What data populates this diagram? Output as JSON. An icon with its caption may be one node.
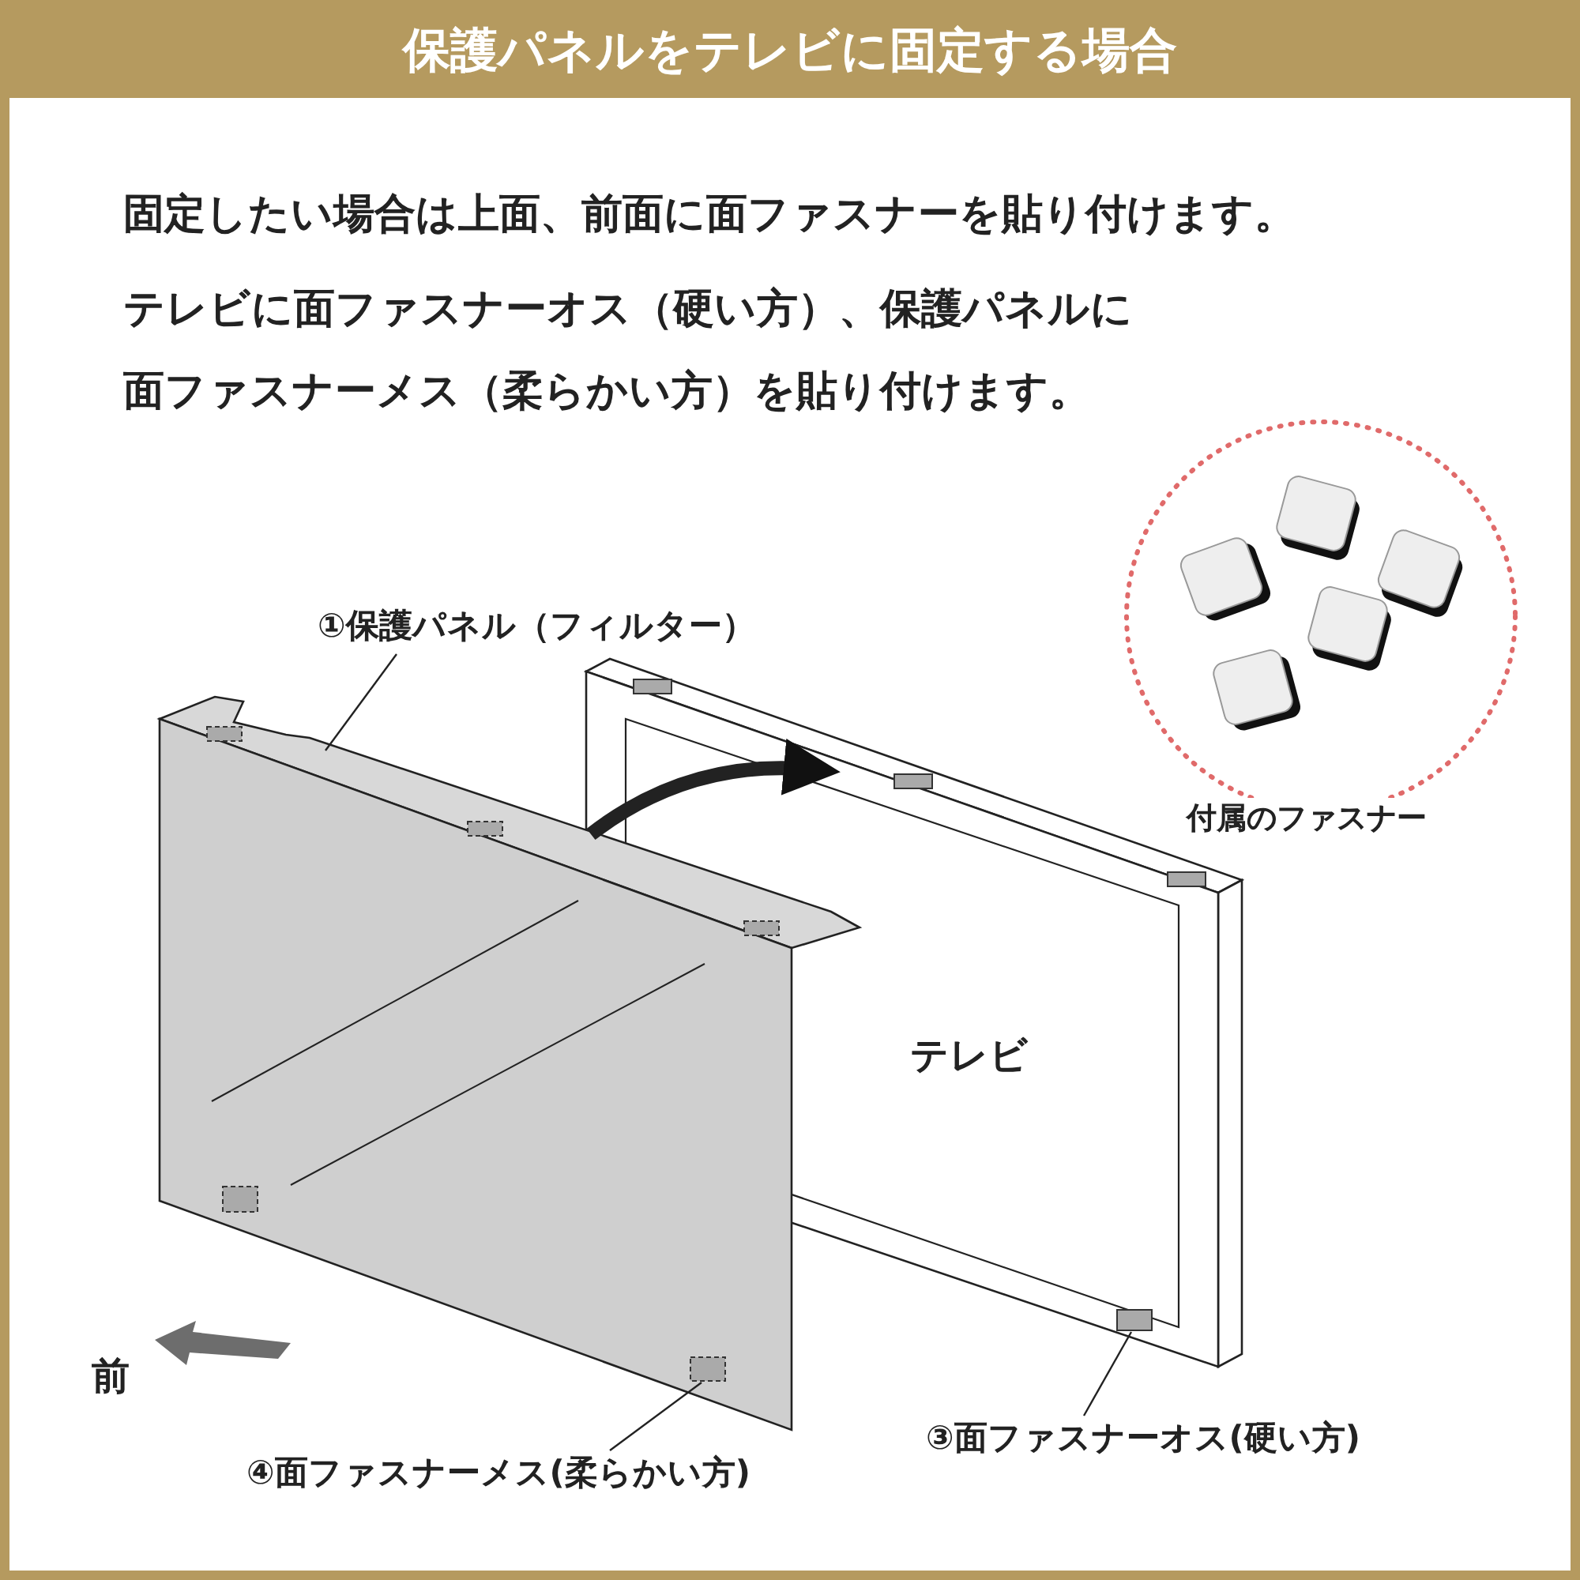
{
  "diagram": {
    "title": "保護パネルをテレビに固定する場合",
    "nodes": [
      {
        "text": [
          "①保護パネル（フィルター）"
        ]
      },
      {
        "text": [],
        "shape": "box"
      },
      {
        "text": [
          "テレビ"
        ]
      },
      {
        "text": [
          "④面ファスナーメス(柔らかい方)"
        ]
      },
      {
        "text": [],
        "shape": "box",
        "in": 1
      },
      {
        "text": [
          "③面ファスナーオス(硬い方)"
        ]
      },
      {
        "text": [],
        "shape": "box",
        "in": 2
      },
      {
        "text": [
          "付属のファスナー"
        ]
      }
    ],
    "edges": [
      {
        "from": 0,
        "to": 1,
        "arrow": "none"
      },
      {
        "from": 3,
        "to": 4,
        "arrow": "none"
      },
      {
        "from": 5,
        "to": 6,
        "arrow": "none"
      },
      {
        "from": 1,
        "to": 2,
        "arrow": "to",
        "style": "thick"
      }
    ],
    "labels": [
      "固定したい場合は上面、前面に面ファスナーを貼り付けます。",
      "テレビに面ファスナーオス（硬い方）、保護パネルに面ファスナーメス（柔らかい方）を貼り付けます。",
      "前"
    ]
  }
}
